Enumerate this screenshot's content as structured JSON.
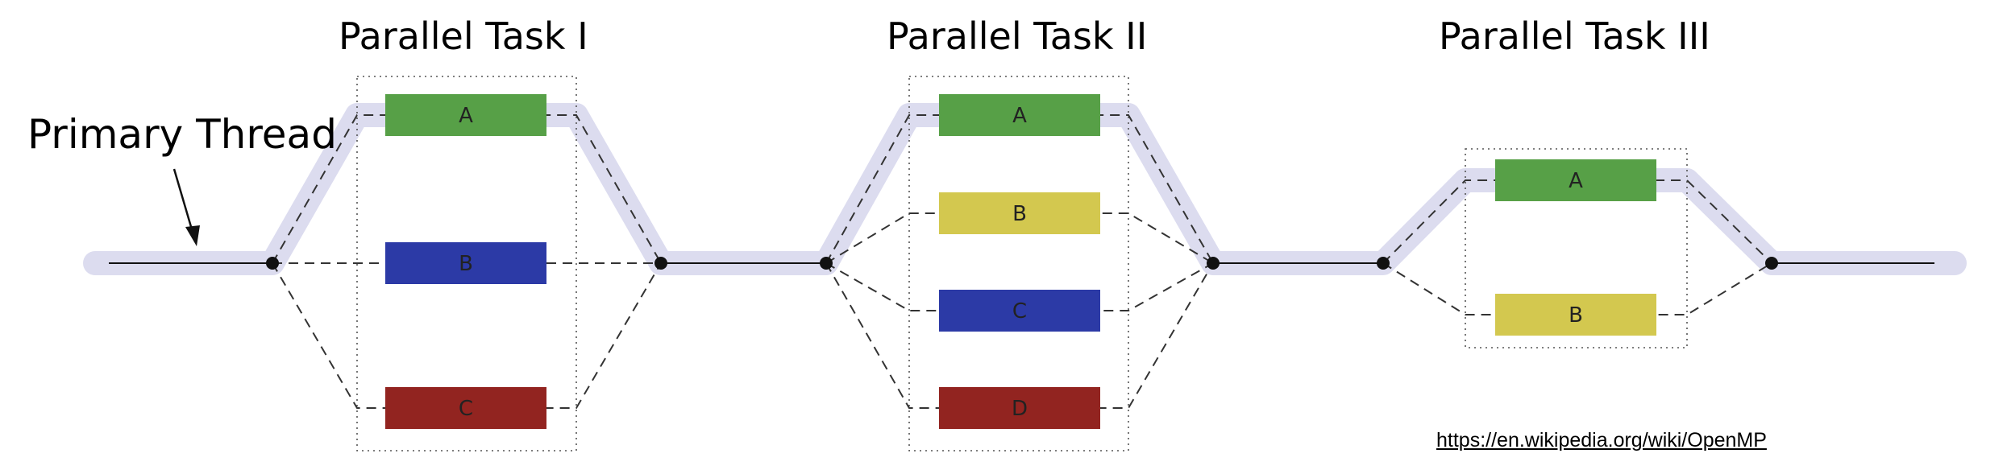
{
  "primary_thread_label": "Primary Thread",
  "source_url": "https://en.wikipedia.org/wiki/OpenMP",
  "colors": {
    "thread_band": "#dcdcef",
    "green": "#57a047",
    "blue": "#2c3aa6",
    "yellow": "#d3c84f",
    "red": "#922420"
  },
  "tasks": [
    {
      "title": "Parallel Task I",
      "blocks": [
        {
          "label": "A",
          "color": "#57a047"
        },
        {
          "label": "B",
          "color": "#2c3aa6"
        },
        {
          "label": "C",
          "color": "#922420"
        }
      ]
    },
    {
      "title": "Parallel Task II",
      "blocks": [
        {
          "label": "A",
          "color": "#57a047"
        },
        {
          "label": "B",
          "color": "#d3c84f"
        },
        {
          "label": "C",
          "color": "#2c3aa6"
        },
        {
          "label": "D",
          "color": "#922420"
        }
      ]
    },
    {
      "title": "Parallel Task III",
      "blocks": [
        {
          "label": "A",
          "color": "#57a047"
        },
        {
          "label": "B",
          "color": "#d3c84f"
        }
      ]
    }
  ]
}
